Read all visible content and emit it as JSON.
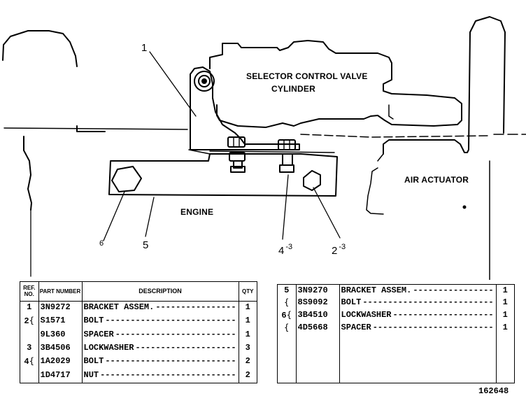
{
  "labels": {
    "selector_valve_line1": "SELECTOR CONTROL VALVE",
    "selector_valve_line2": "CYLINDER",
    "air_actuator": "AIR ACTUATOR",
    "engine": "ENGINE"
  },
  "callouts": [
    {
      "num": "1",
      "sup": ""
    },
    {
      "num": "5",
      "sup": ""
    },
    {
      "num": "6",
      "sup": ""
    },
    {
      "num": "4",
      "sup": "-3"
    },
    {
      "num": "2",
      "sup": "-3"
    }
  ],
  "table_left": {
    "headers": {
      "ref": "REF. NO.",
      "part": "PART NUMBER",
      "description": "DESCRIPTION",
      "qty": "QTY"
    },
    "rows": [
      {
        "ref": "1",
        "part": "3N9272",
        "description": "BRACKET ASSEM.",
        "qty": "1"
      },
      {
        "ref": "2",
        "part": "S1571",
        "description": "BOLT",
        "qty": "1"
      },
      {
        "ref": "",
        "part": "9L360",
        "description": "SPACER",
        "qty": "1"
      },
      {
        "ref": "3",
        "part": "3B4506",
        "description": "LOCKWASHER",
        "qty": "3"
      },
      {
        "ref": "4",
        "part": "1A2029",
        "description": "BOLT",
        "qty": "2"
      },
      {
        "ref": "",
        "part": "1D4717",
        "description": "NUT",
        "qty": "2"
      }
    ]
  },
  "table_right": {
    "rows": [
      {
        "ref": "5",
        "part": "3N9270",
        "description": "BRACKET ASSEM.",
        "qty": "1"
      },
      {
        "ref": "",
        "part": "8S9092",
        "description": "BOLT",
        "qty": "1"
      },
      {
        "ref": "6",
        "part": "3B4510",
        "description": "LOCKWASHER",
        "qty": "1"
      },
      {
        "ref": "",
        "part": "4D5668",
        "description": "SPACER",
        "qty": "1"
      }
    ]
  },
  "figure_number": "162648"
}
